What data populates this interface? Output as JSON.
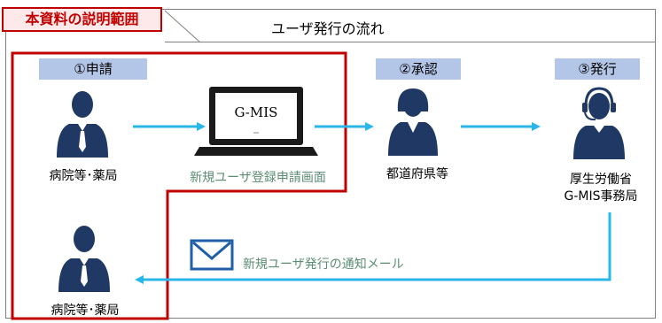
{
  "title": "ユーザ発行の流れ",
  "scope_label": "本資料の説明範囲",
  "steps": {
    "apply": "①申請",
    "approve": "②承認",
    "issue": "③発行"
  },
  "actors": {
    "hospital_top": "病院等･薬局",
    "prefecture": "都道府県等",
    "mhlw_line1": "厚生労働省",
    "mhlw_line2": "G-MIS事務局",
    "hospital_bottom": "病院等･薬局"
  },
  "laptop": {
    "screen_text": "G-MIS",
    "caption": "新規ユーザ登録申請画面"
  },
  "notification": "新規ユーザ発行の通知メール",
  "colors": {
    "person": "#1f3864",
    "arrow": "#29b6e8",
    "scope": "#c00000",
    "badge": "#b4c6e7",
    "caption": "#5b8d73"
  }
}
